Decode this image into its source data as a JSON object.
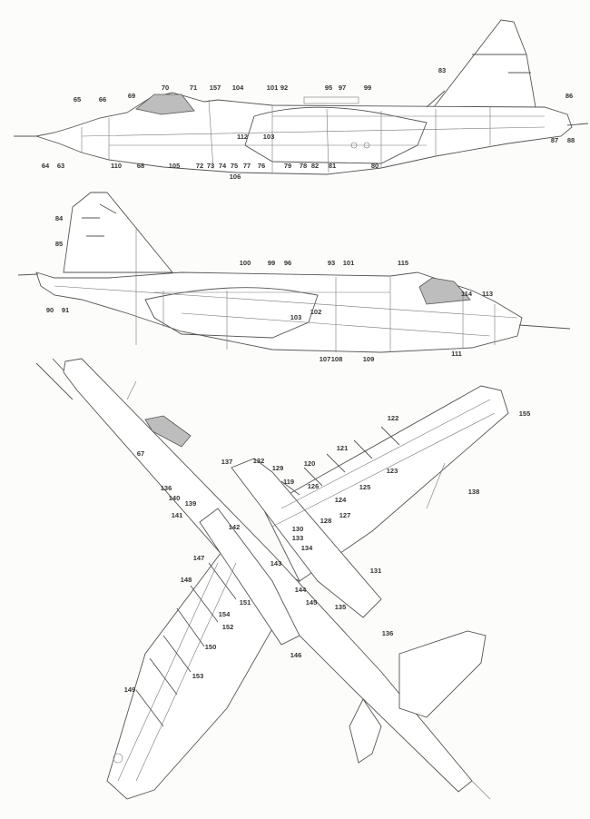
{
  "side_view_starboard": {
    "labels": [
      "83",
      "69",
      "70",
      "71",
      "157",
      "104",
      "101",
      "92",
      "95",
      "97",
      "99",
      "86",
      "65",
      "66",
      "87",
      "88",
      "64",
      "63",
      "110",
      "68",
      "112",
      "103",
      "105",
      "72",
      "73",
      "74",
      "75",
      "77",
      "76",
      "79",
      "78",
      "82",
      "81",
      "80",
      "106"
    ]
  },
  "side_view_port": {
    "labels": [
      "84",
      "85",
      "100",
      "99",
      "96",
      "93",
      "101",
      "115",
      "114",
      "113",
      "90",
      "91",
      "103",
      "102",
      "107",
      "108",
      "109",
      "111"
    ]
  },
  "plan_view_underside": {
    "labels": [
      "122",
      "155",
      "67",
      "121",
      "137",
      "132",
      "129",
      "120",
      "123",
      "119",
      "126",
      "125",
      "136",
      "140",
      "124",
      "138",
      "139",
      "127",
      "141",
      "128",
      "142",
      "130",
      "133",
      "134",
      "147",
      "143",
      "131",
      "148",
      "144",
      "145",
      "135",
      "151",
      "154",
      "152",
      "136",
      "150",
      "146",
      "153",
      "149"
    ]
  }
}
